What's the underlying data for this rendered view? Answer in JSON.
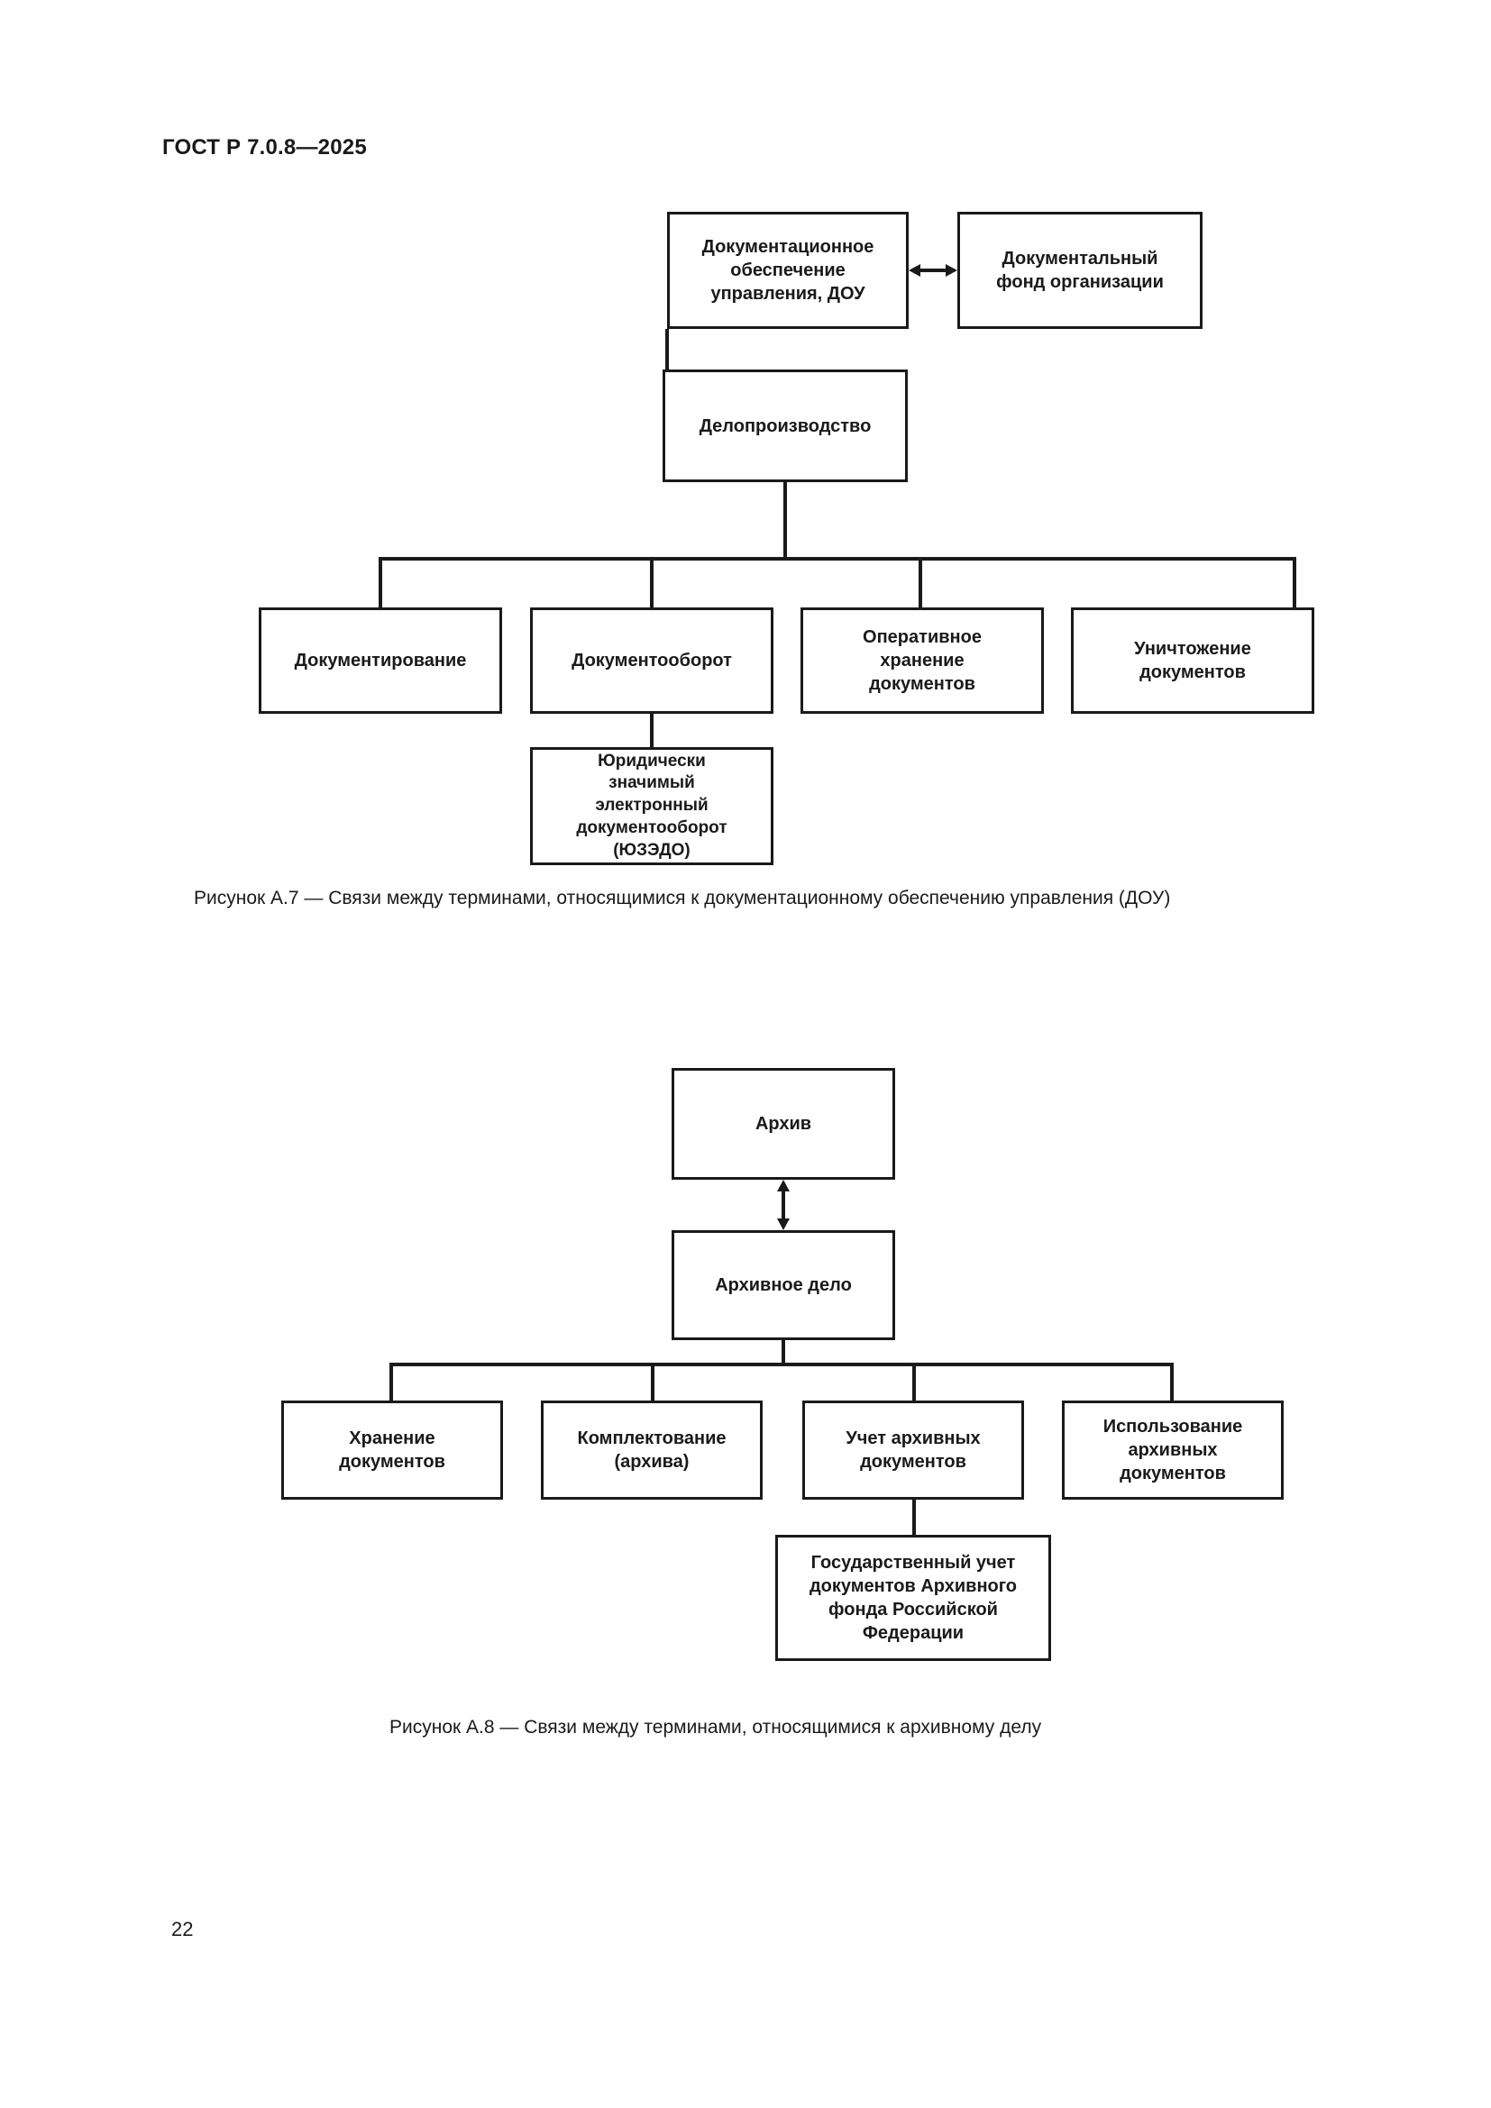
{
  "document": {
    "header": "ГОСТ Р 7.0.8—2025",
    "page_number": "22"
  },
  "figures": [
    {
      "id": "A.7",
      "caption": "Рисунок А.7 — Связи между терминами, относящимися к документационному обеспечению управления (ДОУ)",
      "nodes": {
        "dou": "Документационное\nобеспечение\nуправления, ДОУ",
        "fond": "Документальный\nфонд организации",
        "deloproizvodstvo": "Делопроизводство",
        "documentirovanie": "Документирование",
        "dokumentooborot": "Документооборот",
        "operativnoe_hranenie": "Оперативное\nхранение\nдокументов",
        "unichtozhenie": "Уничтожение\nдокументов",
        "uzedo": "Юридически\nзначимый\nэлектронный\nдокументооборот\n(ЮЗЭДО)"
      }
    },
    {
      "id": "A.8",
      "caption": "Рисунок А.8 — Связи между терминами, относящимися к архивному делу",
      "nodes": {
        "arhiv": "Архив",
        "arhivnoe_delo": "Архивное дело",
        "hranenie": "Хранение\nдокументов",
        "komplektovanie": "Комплектование\n(архива)",
        "uchet": "Учет архивных\nдокументов",
        "ispolzovanie": "Использование\nархивных\nдокументов",
        "gos_uchet": "Государственный учет\nдокументов Архивного\nфонда Российской\nФедерации"
      }
    }
  ],
  "colors": {
    "ink": "#1a1a1a",
    "paper": "#ffffff"
  }
}
